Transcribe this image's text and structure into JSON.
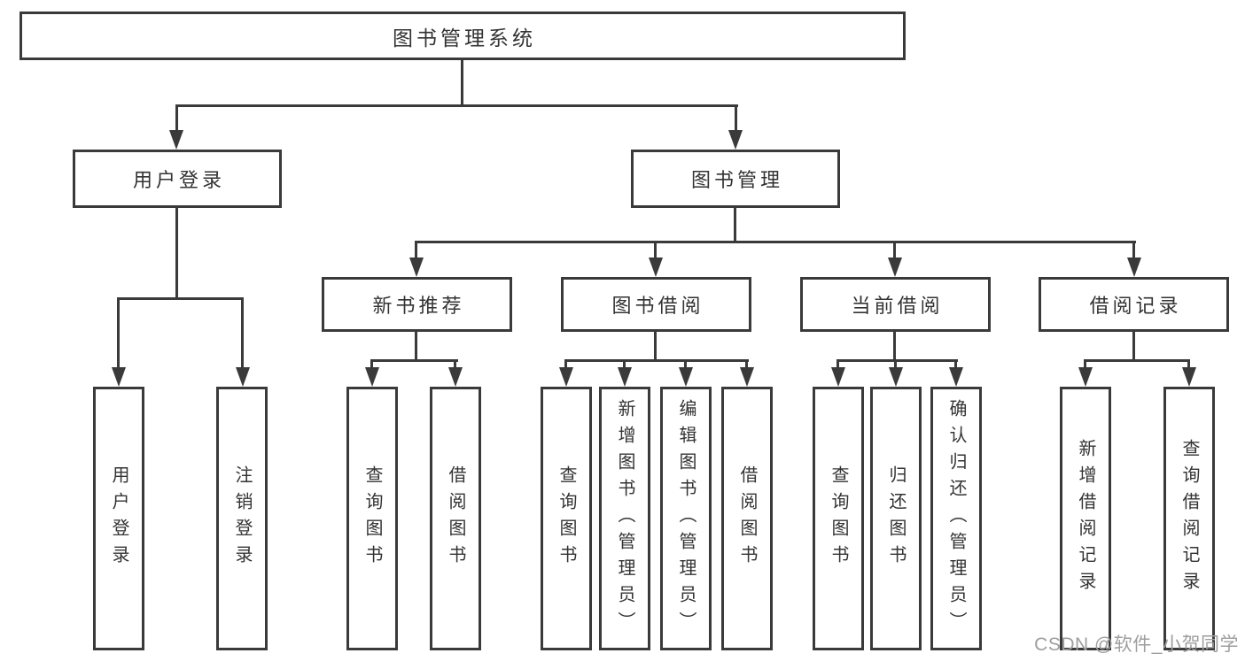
{
  "colors": {
    "line": "#3a3a3a",
    "text": "#333333",
    "background": "#ffffff",
    "watermark": "#9e9e9e"
  },
  "watermark": {
    "text": "CSDN @软件_小贺同学"
  },
  "tree": {
    "root": {
      "label": "图书管理系统"
    },
    "children": [
      {
        "label": "用户登录",
        "children": [
          {
            "label": "用户登录"
          },
          {
            "label": "注销登录"
          }
        ]
      },
      {
        "label": "图书管理",
        "children": [
          {
            "label": "新书推荐",
            "children": [
              {
                "label": "查询图书"
              },
              {
                "label": "借阅图书"
              }
            ]
          },
          {
            "label": "图书借阅",
            "children": [
              {
                "label": "查询图书"
              },
              {
                "label": "新增图书（管理员）"
              },
              {
                "label": "编辑图书（管理员）"
              },
              {
                "label": "借阅图书"
              }
            ]
          },
          {
            "label": "当前借阅",
            "children": [
              {
                "label": "查询图书"
              },
              {
                "label": "归还图书"
              },
              {
                "label": "确认归还（管理员）"
              }
            ]
          },
          {
            "label": "借阅记录",
            "children": [
              {
                "label": "新增借阅记录"
              },
              {
                "label": "查询借阅记录"
              }
            ]
          }
        ]
      }
    ]
  }
}
